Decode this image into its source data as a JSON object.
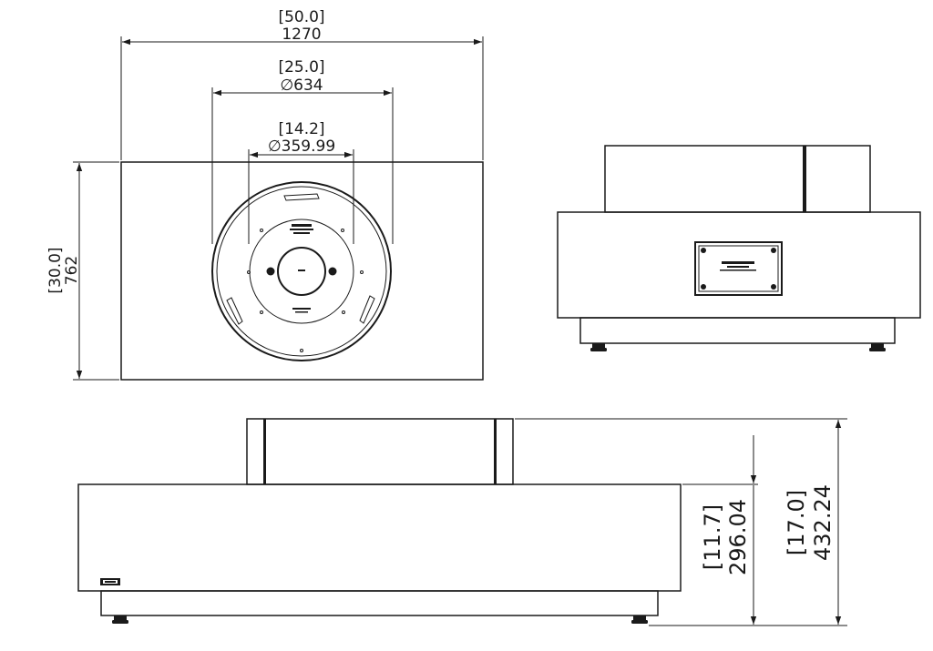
{
  "top_view": {
    "width_in": "[50.0]",
    "width_mm": "1270",
    "outer_diameter_in": "[25.0]",
    "outer_diameter_mm": "∅634",
    "inner_diameter_in": "[14.2]",
    "inner_diameter_mm": "∅359.99",
    "depth_in": "[30.0]",
    "depth_mm": "762"
  },
  "front_view": {
    "body_height_in": "[11.7]",
    "body_height_mm": "296.04",
    "total_height_in": "[17.0]",
    "total_height_mm": "432.24"
  },
  "colors": {
    "line": "#1a1a1a",
    "background": "#ffffff"
  }
}
